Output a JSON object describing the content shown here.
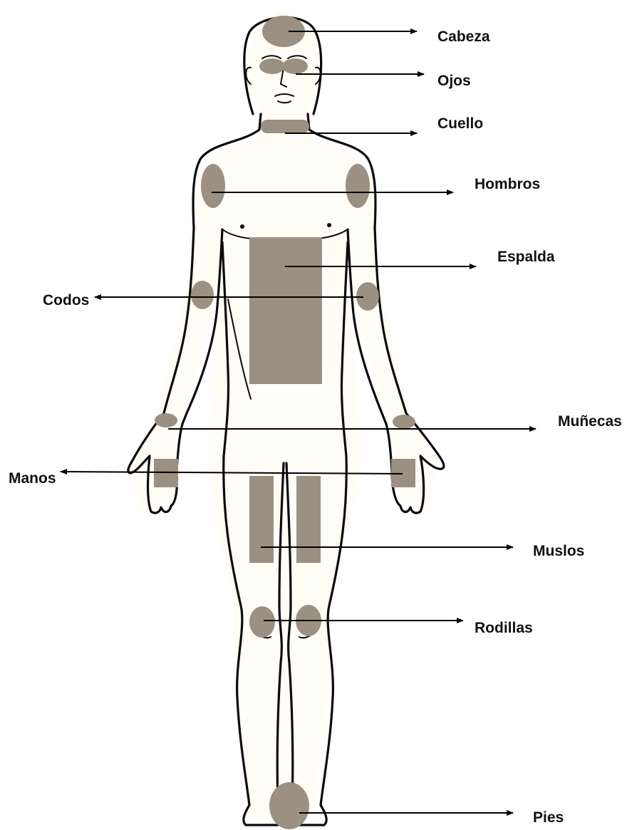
{
  "labels": {
    "head": "Cabeza",
    "eyes": "Ojos",
    "neck": "Cuello",
    "shoulders": "Hombros",
    "back": "Espalda",
    "elbows": "Codos",
    "wrists": "Muñecas",
    "hands": "Manos",
    "thighs": "Muslos",
    "knees": "Rodillas",
    "feet": "Pies"
  },
  "colors": {
    "highlight": "#9b9082",
    "outline": "#0a0a0a",
    "body_fill": "#fffdf6",
    "arrow": "#000000"
  }
}
